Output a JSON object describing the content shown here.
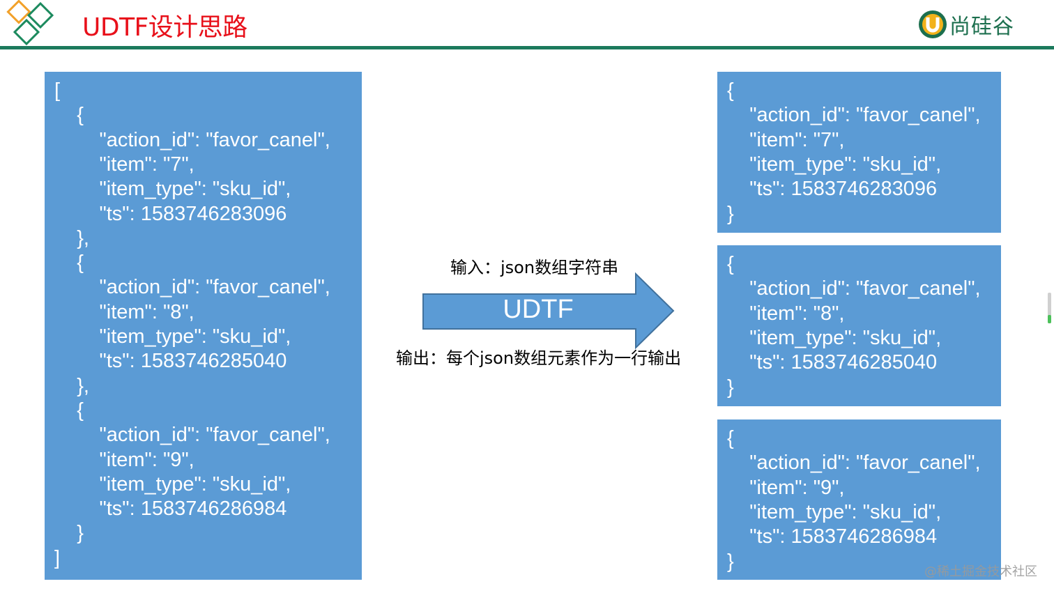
{
  "header": {
    "title": "UDTF设计思路",
    "brand": "尚硅谷"
  },
  "input_json": [
    "[",
    "    {",
    "        \"action_id\": \"favor_canel\",",
    "        \"item\": \"7\",",
    "        \"item_type\": \"sku_id\",",
    "        \"ts\": 1583746283096",
    "    },",
    "    {",
    "        \"action_id\": \"favor_canel\",",
    "        \"item\": \"8\",",
    "        \"item_type\": \"sku_id\",",
    "        \"ts\": 1583746285040",
    "    },",
    "    {",
    "        \"action_id\": \"favor_canel\",",
    "        \"item\": \"9\",",
    "        \"item_type\": \"sku_id\",",
    "        \"ts\": 1583746286984",
    "    }",
    "]"
  ],
  "outputs": [
    [
      "{",
      "    \"action_id\": \"favor_canel\",",
      "    \"item\": \"7\",",
      "    \"item_type\": \"sku_id\",",
      "    \"ts\": 1583746283096",
      "}"
    ],
    [
      "{",
      "    \"action_id\": \"favor_canel\",",
      "    \"item\": \"8\",",
      "    \"item_type\": \"sku_id\",",
      "    \"ts\": 1583746285040",
      "}"
    ],
    [
      "{",
      "    \"action_id\": \"favor_canel\",",
      "    \"item\": \"9\",",
      "    \"item_type\": \"sku_id\",",
      "    \"ts\": 1583746286984",
      "}"
    ]
  ],
  "arrow": {
    "label": "UDTF",
    "input_caption": "输入：json数组字符串",
    "output_caption": "输出：每个json数组元素作为一行输出"
  },
  "watermark": "@稀土掘金技术社区",
  "colors": {
    "box": "#5b9bd5",
    "title": "#e8101a",
    "header_line": "#1c7a5c",
    "brand": "#1c6f4e"
  }
}
